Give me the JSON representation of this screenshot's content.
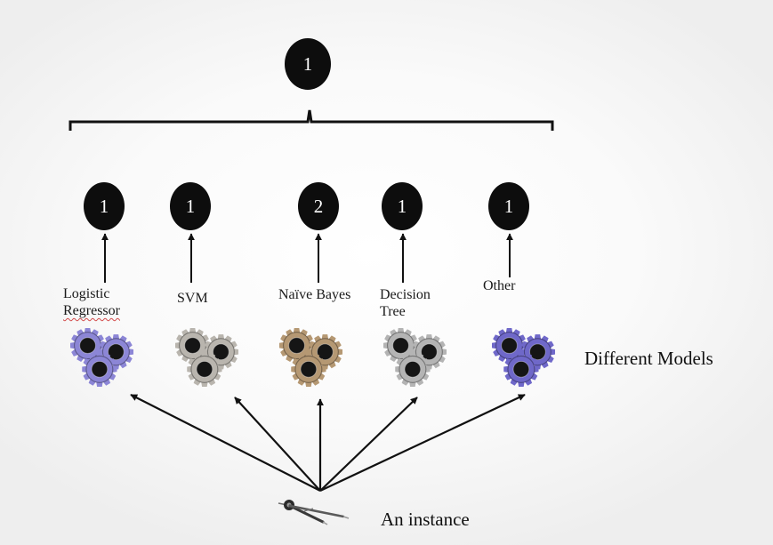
{
  "final_vote": {
    "value": "1"
  },
  "models": [
    {
      "name_lines": [
        "Logistic",
        "Regressor"
      ],
      "vote": "1",
      "gear_color": "#8c86d6"
    },
    {
      "name_lines": [
        "SVM"
      ],
      "vote": "1",
      "gear_color": "#b9b5ae"
    },
    {
      "name_lines": [
        "Naïve Bayes"
      ],
      "vote": "2",
      "gear_color": "#b59873"
    },
    {
      "name_lines": [
        "Decision",
        "Tree"
      ],
      "vote": "1",
      "gear_color": "#b4b4b4"
    },
    {
      "name_lines": [
        "Other"
      ],
      "vote": "1",
      "gear_color": "#6f68c9"
    }
  ],
  "labels": {
    "models_caption": "Different Models",
    "instance_caption": "An instance"
  },
  "colors": {
    "vote_fill": "#0d0d0d",
    "arrow": "#111111"
  },
  "icons": {
    "instance": "compass-divider-icon",
    "model": "gears-icon"
  }
}
